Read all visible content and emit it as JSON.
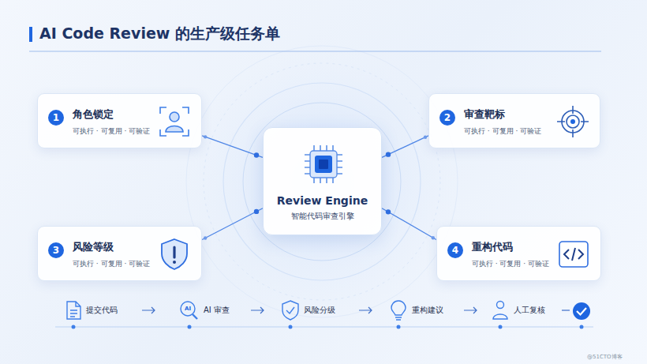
{
  "diagram": {
    "title": "AI Code Review 的生产级任务单",
    "nodes": [
      {
        "text": [
          "角色锁定",
          "可执行 · 可复用 · 可验证"
        ]
      },
      {
        "text": [
          "1"
        ],
        "in": 0
      },
      {
        "text": [
          "审查靶标",
          "可执行 · 可复用 · 可验证"
        ]
      },
      {
        "text": [
          "2"
        ],
        "in": 2
      },
      {
        "text": [
          "Review Engine",
          "智能代码审查引擎"
        ]
      },
      {
        "text": [
          "风险等级",
          "可执行 · 可复用 · 可验证"
        ]
      },
      {
        "text": [
          "3"
        ],
        "in": 5
      },
      {
        "text": [
          "重构代码",
          "可执行 · 可复用 · 可验证"
        ]
      },
      {
        "text": [
          "4"
        ],
        "in": 7
      }
    ],
    "edges": [
      {
        "from": 0,
        "to": 4,
        "arrow": "none"
      },
      {
        "from": 2,
        "to": 4,
        "arrow": "none"
      },
      {
        "from": 5,
        "to": 4,
        "arrow": "none"
      },
      {
        "from": 7,
        "to": 4,
        "arrow": "none"
      }
    ],
    "labels": [
      "提交代码",
      "AI",
      "AI 审查",
      "风险分级",
      "重构建议",
      "人工复核",
      "@51CTO博客"
    ]
  }
}
